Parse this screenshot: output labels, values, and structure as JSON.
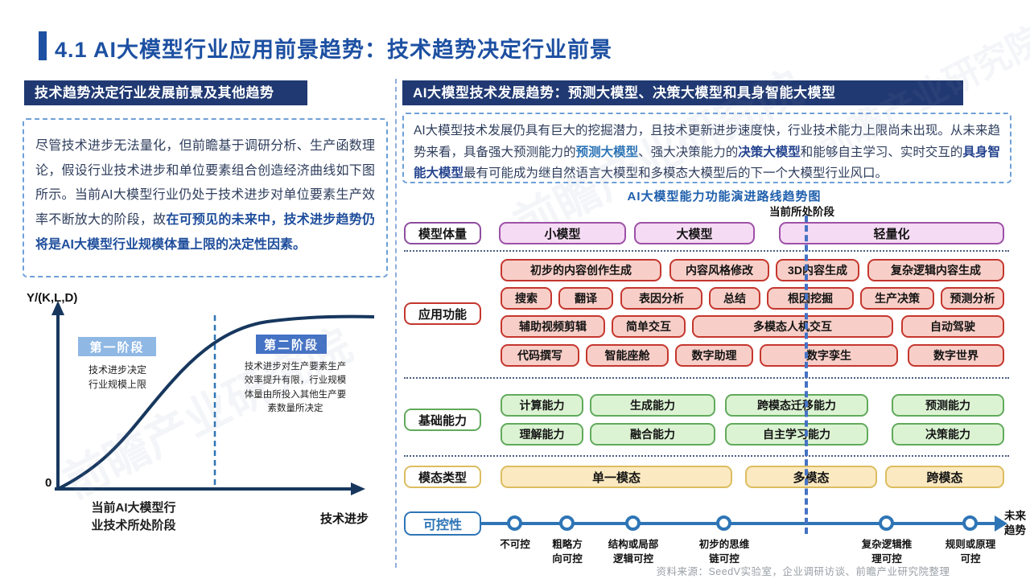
{
  "page": {
    "title": "4.1 AI大模型行业应用前景趋势：技术趋势决定行业前景",
    "source": "资料来源：SeedV实验室，企业调研访谈、前瞻产业研究院整理",
    "watermark": "前瞻产业研究院"
  },
  "colors": {
    "title_blue": "#1D50A2",
    "header_navy": "#203972",
    "purple_border": "#9D51A8",
    "red_border": "#C4372E",
    "green_border": "#61AA5C",
    "yellow_border": "#DCBD60",
    "blue_accent": "#2E75B6",
    "stage_line_blue": "#4472C4"
  },
  "left_panel": {
    "header": "技术趋势决定行业发展前景及其他趋势",
    "body_regular": "尽管技术进步无法量化，但前瞻基于调研分析、生产函数理论，假设行业技术进步和单位要素组合创造经济曲线如下图所示。当前AI大模型行业仍处于技术进步对单位要素生产效率不断放大的阶段，故",
    "body_bold": "在可预见的未来中，技术进步趋势仍将是AI大模型行业规模体量上限的决定性因素。",
    "chart": {
      "y_axis_label": "Y/(K,L,D)",
      "origin_label": "0",
      "x_axis_label": "技术进步",
      "stage1_badge": "第一阶段",
      "stage1_desc": "技术进步决定\n行业规模上限",
      "stage2_badge": "第二阶段",
      "stage2_desc": "技术进步对生产要素生产\n效率提升有限，行业规模\n体量由所投入其他生产要\n素数量所决定",
      "current_position_label": "当前AI大模型行\n业技术所处阶段"
    }
  },
  "right_panel": {
    "header": "AI大模型技术发展趋势：预测大模型、决策大模型和具身智能大模型",
    "body": [
      "AI大模型技术发展仍具有巨大的挖掘潜力，且技术更新进步速度快，行业技术能力上限尚未出现。从未来趋势来看，具备强大预测能力的",
      "预测大模型",
      "、强大决策能力的",
      "决策大模型",
      "和能够自主学习、实时交互的",
      "具身智能大模型",
      "最有可能成为继自然语言大模型和多模态大模型后的下一个大模型行业风口。"
    ],
    "diagram": {
      "title": "AI大模型能力功能演进路线趋势图",
      "current_stage_label": "当前所处阶段",
      "model_scale": {
        "label": "模型体量",
        "items": [
          "小模型",
          "大模型",
          "轻量化"
        ]
      },
      "app_functions": {
        "label": "应用功能",
        "row1": [
          "初步的内容创作生成",
          "内容风格修改",
          "3D内容生成",
          "复杂逻辑内容生成"
        ],
        "row2": [
          "搜索",
          "翻译",
          "表因分析",
          "总结",
          "根因挖掘",
          "生产决策",
          "预测分析"
        ],
        "row3": [
          "辅助视频剪辑",
          "简单交互",
          "多模态人机交互",
          "自动驾驶"
        ],
        "row4": [
          "代码撰写",
          "智能座舱",
          "数字助理",
          "数字孪生",
          "数字世界"
        ]
      },
      "base_abilities": {
        "label": "基础能力",
        "row1": [
          "计算能力",
          "生成能力",
          "跨模态迁移能力",
          "预测能力"
        ],
        "row2": [
          "理解能力",
          "融合能力",
          "自主学习能力",
          "决策能力"
        ]
      },
      "modal_types": {
        "label": "模态类型",
        "items": [
          "单一模态",
          "多模态",
          "跨模态"
        ]
      },
      "controllability": {
        "label": "可控性",
        "stages": [
          "不可控",
          "粗略方\n向可控",
          "结构或局部\n逻辑可控",
          "初步的思维\n链可控",
          "复杂逻辑推\n理可控",
          "规则或原理\n可控"
        ],
        "future_label": "未来\n趋势"
      }
    }
  }
}
